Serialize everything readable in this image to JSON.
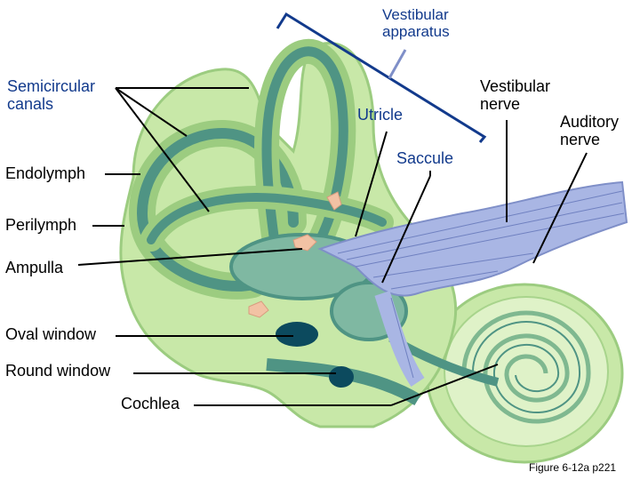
{
  "labels": {
    "vestibular_apparatus": "Vestibular\napparatus",
    "semicircular_canals": "Semicircular\ncanals",
    "utricle": "Utricle",
    "vestibular_nerve": "Vestibular\nnerve",
    "auditory_nerve": "Auditory\nnerve",
    "saccule": "Saccule",
    "endolymph": "Endolymph",
    "perilymph": "Perilymph",
    "ampulla": "Ampulla",
    "oval_window": "Oval window",
    "round_window": "Round window",
    "cochlea": "Cochlea"
  },
  "caption": "Figure 6-12a p221",
  "colors": {
    "perilymph_green": "#c8e8a8",
    "endolymph_teal": "#4f9484",
    "membrane_mid": "#7fb8a2",
    "nerve_blue": "#a9b6e4",
    "window_navy": "#0c4a5e",
    "ampulla_crista": "#f2c2a4",
    "bracket_blue": "#123a8c"
  }
}
